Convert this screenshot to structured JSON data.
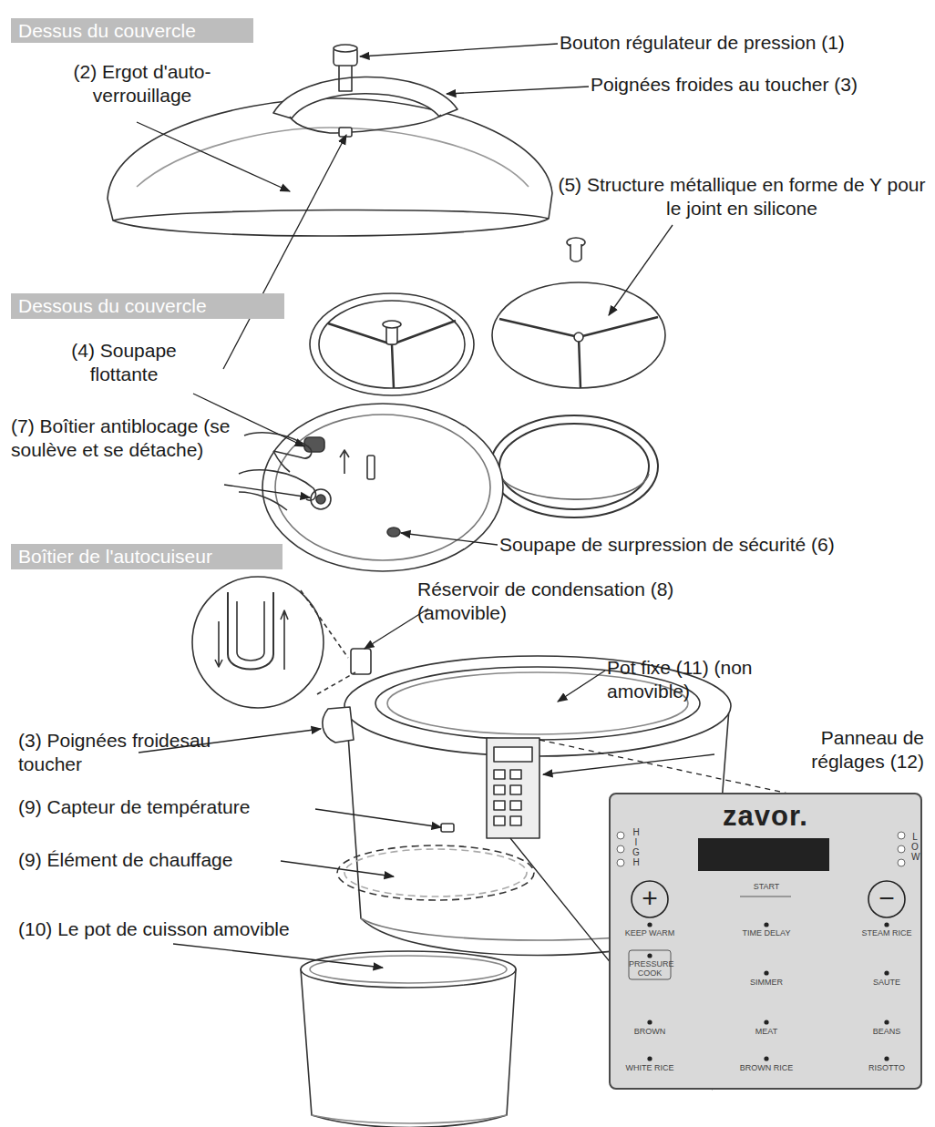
{
  "diagram": {
    "nodes": [
      {
        "text": [
          "Dessus du couvercle"
        ]
      },
      {
        "text": [
          "Dessous du couvercle"
        ]
      },
      {
        "text": [
          "Boîtier de l'autocuiseur"
        ]
      },
      {
        "text": [
          "zavor."
        ]
      }
    ],
    "labels": [
      "Bouton régulateur de pression (1)",
      "(2) Ergot d'auto- verrouillage",
      "Poignées froides au toucher (3)",
      "(5) Structure métallique en forme de Y pour le joint en silicone",
      "(4) Soupape flottante",
      "(7) Boîtier antiblocage (se soulève et se détache)",
      "Soupape de surpression de sécurité (6)",
      "Réservoir de condensation (8) (amovible)",
      "Pot fixe (11) (non amovible)",
      "(3) Poignées froidesau toucher",
      "Panneau de réglages (12)",
      "(9) Capteur de température",
      "(9) Élément de chauffage",
      "(10) Le pot de cuisson amovible",
      "HIGH",
      "LOW",
      "+",
      "−",
      "START",
      "KEEP WARM",
      "TIME DELAY",
      "STEAM RICE",
      "PRESSURE COOK",
      "SIMMER",
      "SAUTE",
      "BROWN",
      "MEAT",
      "BEANS",
      "WHITE RICE",
      "BROWN RICE",
      "RISOTTO"
    ]
  }
}
